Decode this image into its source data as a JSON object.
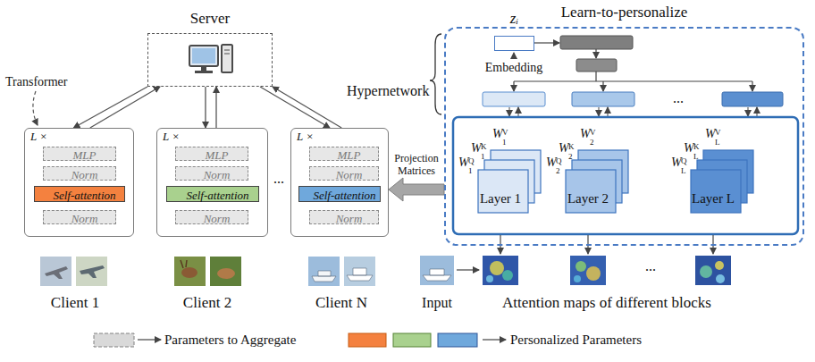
{
  "diagram": {
    "nodes": [
      {
        "text": [
          "Server"
        ]
      },
      {
        "text": [
          "L ×"
        ]
      },
      {
        "text": [
          "MLP"
        ],
        "in": 1
      },
      {
        "text": [
          "Norm"
        ],
        "in": 1
      },
      {
        "text": [
          "Self-attention"
        ],
        "in": 1
      },
      {
        "text": [
          "Norm"
        ],
        "in": 1
      },
      {
        "text": [
          "L ×"
        ]
      },
      {
        "text": [
          "MLP"
        ],
        "in": 6
      },
      {
        "text": [
          "Norm"
        ],
        "in": 6
      },
      {
        "text": [
          "Self-attention"
        ],
        "in": 6
      },
      {
        "text": [
          "Norm"
        ],
        "in": 6
      },
      {
        "text": [
          "L ×"
        ]
      },
      {
        "text": [
          "MLP"
        ],
        "in": 11
      },
      {
        "text": [
          "Norm"
        ],
        "in": 11
      },
      {
        "text": [
          "Self-attention"
        ],
        "in": 11
      },
      {
        "text": [
          "Norm"
        ],
        "in": 11
      },
      {
        "text": [
          "Learn-to-personalize"
        ]
      },
      {
        "text": [
          "zᵢ"
        ],
        "in": 16
      },
      {
        "text": [
          "Layer 1"
        ],
        "in": 16
      },
      {
        "text": [
          "Layer 2"
        ],
        "in": 16
      },
      {
        "text": [
          "Layer L"
        ],
        "in": 16
      }
    ],
    "edges": [
      {
        "from": 0,
        "to": 1,
        "arrow": "to"
      },
      {
        "from": 1,
        "to": 0,
        "arrow": "to"
      },
      {
        "from": 0,
        "to": 6,
        "arrow": "to"
      },
      {
        "from": 6,
        "to": 0,
        "arrow": "to"
      },
      {
        "from": 0,
        "to": 11,
        "arrow": "to"
      },
      {
        "from": 11,
        "to": 0,
        "arrow": "to"
      },
      {
        "from": 16,
        "to": 11,
        "label": "Projection Matrices",
        "arrow": "to"
      }
    ],
    "labels": [
      "Transformer",
      "Client 1",
      "Client 2",
      "Client N",
      "...",
      "Hypernetwork",
      "Embedding",
      "...",
      "W",
      "1",
      "V",
      "W",
      "1",
      "K",
      "W",
      "1",
      "Q",
      "W",
      "2",
      "V",
      "W",
      "2",
      "K",
      "W",
      "2",
      "Q",
      "W",
      "L",
      "V",
      "W",
      "L",
      "K",
      "W",
      "L",
      "Q",
      "Input",
      "...",
      "Attention maps of different blocks"
    ],
    "legend": [
      {
        "text": "Parameters to Aggregate"
      },
      {
        "text": "Personalized Parameters"
      }
    ]
  }
}
